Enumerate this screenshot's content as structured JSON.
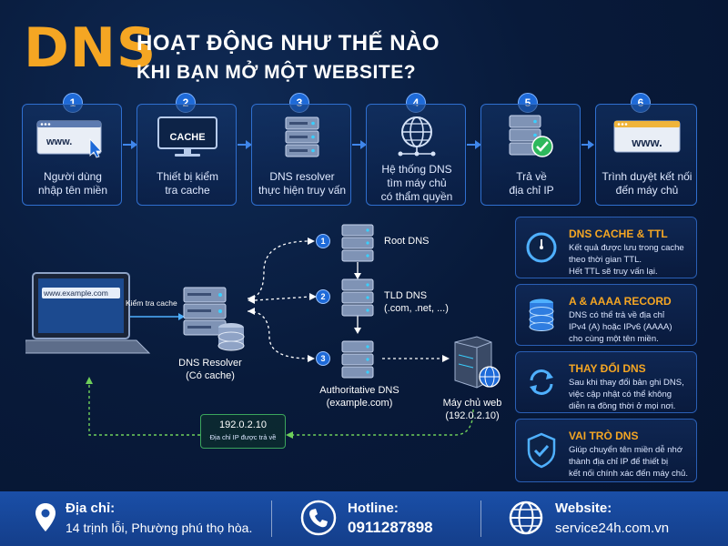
{
  "header": {
    "logo_text": "DNS",
    "title_line1": "HOẠT ĐỘNG NHƯ THẾ NÀO",
    "title_line2": "KHI BẠN MỞ MỘT WEBSITE?"
  },
  "steps": [
    {
      "num": "1",
      "label_line1": "Người dùng",
      "label_line2": "nhập tên miền",
      "icon": "browser-url-icon",
      "icon_text": "www."
    },
    {
      "num": "2",
      "label_line1": "Thiết bị kiểm",
      "label_line2": "tra cache",
      "icon": "monitor-cache-icon",
      "icon_text": "CACHE"
    },
    {
      "num": "3",
      "label_line1": "DNS resolver",
      "label_line2": "thực hiện truy vấn",
      "icon": "server-stack-icon"
    },
    {
      "num": "4",
      "label_line1": "Hệ thống DNS",
      "label_line2": "tìm máy chủ",
      "label_line3": "có thẩm quyền",
      "icon": "globe-network-icon"
    },
    {
      "num": "5",
      "label_line1": "Trả về",
      "label_line2": "địa chỉ IP",
      "icon": "server-check-icon"
    },
    {
      "num": "6",
      "label_line1": "Trình duyệt kết nối",
      "label_line2": "đến máy chủ",
      "icon": "browser-www-icon",
      "icon_text": "www."
    }
  ],
  "diagram": {
    "laptop_url": "www.example.com",
    "check_cache_label": "Kiểm tra cache",
    "resolver_line1": "DNS Resolver",
    "resolver_line2": "(Có cache)",
    "root": {
      "num": "1",
      "label": "Root DNS"
    },
    "tld": {
      "num": "2",
      "label_line1": "TLD DNS",
      "label_line2": "(.com, .net, ...)"
    },
    "auth": {
      "num": "3",
      "label_line1": "Authoritative DNS",
      "label_line2": "(example.com)"
    },
    "web_line1": "Máy chủ web",
    "web_line2": "(192.0.2.10)",
    "ip_value": "192.0.2.10",
    "ip_caption": "Địa chỉ IP được trả về"
  },
  "cards": [
    {
      "title": "DNS CACHE & TTL",
      "icon": "timer-icon",
      "lines": [
        "Kết quả được lưu trong cache",
        "theo thời gian TTL.",
        "Hết TTL sẽ truy vấn lại."
      ]
    },
    {
      "title": "A & AAAA RECORD",
      "icon": "database-icon",
      "lines": [
        "DNS có thể trả về địa chỉ",
        "IPv4 (A) hoặc IPv6 (AAAA)",
        "cho cùng một tên miền."
      ]
    },
    {
      "title": "THAY ĐỔI DNS",
      "icon": "refresh-icon",
      "lines": [
        "Sau khi thay đổi bản ghi DNS,",
        "việc cập nhật có thể không",
        "diễn ra đồng thời ở mọi nơi."
      ]
    },
    {
      "title": "VAI TRÒ DNS",
      "icon": "shield-check-icon",
      "lines": [
        "Giúp chuyển tên miền dễ nhớ",
        "thành địa chỉ IP để thiết bị",
        "kết nối chính xác đến máy chủ."
      ]
    }
  ],
  "footer": {
    "address_label": "Địa chỉ:",
    "address_value": "14 trịnh lỗi, Phường phú thọ hòa.",
    "hotline_label": "Hotline:",
    "hotline_value": "0911287898",
    "website_label": "Website:",
    "website_value": "service24h.com.vn"
  },
  "colors": {
    "accent": "#f5a623",
    "primary_blue": "#1e6ad8",
    "success_green": "#3ba55c",
    "footer_bg": "#1a4fa8"
  }
}
